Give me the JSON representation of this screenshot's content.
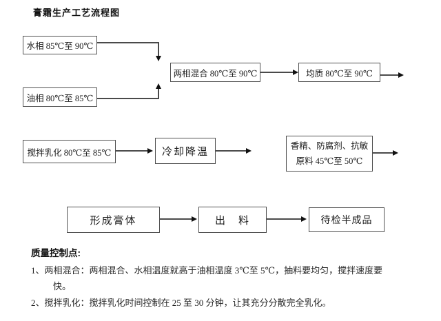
{
  "page": {
    "title": "膏霜生产工艺流程图"
  },
  "flowchart": {
    "boxes": {
      "water_phase": "水相 85℃至 90℃",
      "oil_phase": "油相 80℃至 85℃",
      "two_phase_mix": "两相混合 80℃至 90℃",
      "homogenize": "均质 80℃至 90℃",
      "stir_emulsify": "搅拌乳化 80℃至 85℃",
      "cooling": "冷却降温",
      "additives": {
        "line1": "香精、防腐剂、抗敏",
        "line2": "原料 45℃至 50℃"
      },
      "form_cream": "形成膏体",
      "discharge": "出　料",
      "semi_finished": "待检半成品"
    }
  },
  "quality_notes": {
    "heading": "质量控制点:",
    "items": [
      {
        "line1": "1、两相混合：两相混合、水相温度就高于油相温度 3℃至 5℃，抽料要均匀，搅拌速度要",
        "line2": "快。"
      },
      {
        "line1": "2、搅拌乳化：搅拌乳化时间控制在 25 至 30 分钟，让其充分分散完全乳化。"
      }
    ]
  }
}
